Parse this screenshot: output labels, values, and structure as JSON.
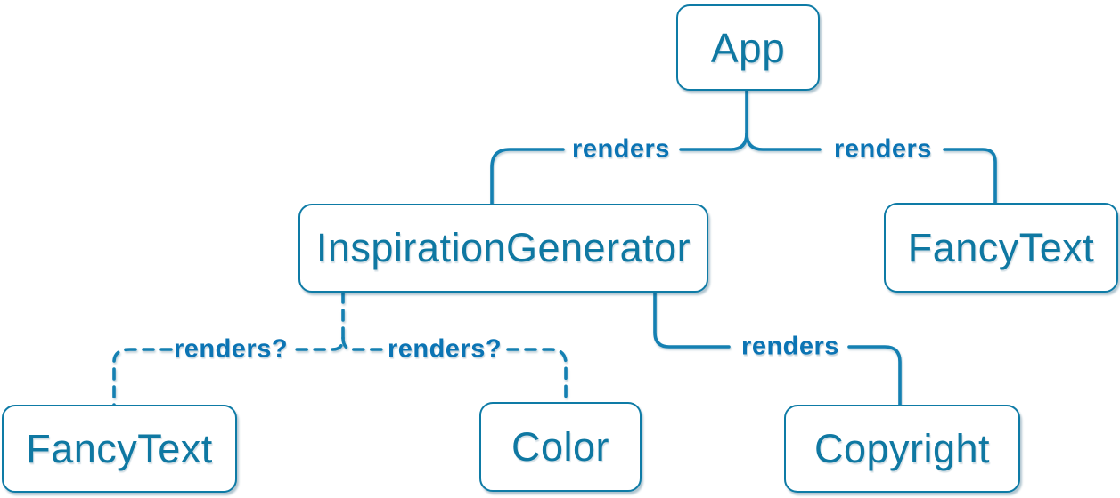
{
  "diagram": {
    "type": "component-render-tree",
    "colors": {
      "line": "#1480b2",
      "box_border": "#0e7ba6",
      "box_fill": "#ffffff",
      "box_text": "#0f78a2",
      "label_text": "#0b74b4",
      "background": "#ffffff"
    },
    "nodes": [
      {
        "id": "app",
        "label": "App"
      },
      {
        "id": "inspiration-generator",
        "label": "InspirationGenerator"
      },
      {
        "id": "fancy-text-top",
        "label": "FancyText"
      },
      {
        "id": "fancy-text-bottom",
        "label": "FancyText"
      },
      {
        "id": "color",
        "label": "Color"
      },
      {
        "id": "copyright",
        "label": "Copyright"
      }
    ],
    "edges": [
      {
        "from": "App",
        "to": "InspirationGenerator",
        "label": "renders",
        "style": "solid"
      },
      {
        "from": "App",
        "to": "FancyText",
        "label": "renders",
        "style": "solid"
      },
      {
        "from": "InspirationGenerator",
        "to": "FancyText",
        "label": "renders?",
        "style": "dashed"
      },
      {
        "from": "InspirationGenerator",
        "to": "Color",
        "label": "renders?",
        "style": "dashed"
      },
      {
        "from": "InspirationGenerator",
        "to": "Copyright",
        "label": "renders",
        "style": "solid"
      }
    ]
  }
}
